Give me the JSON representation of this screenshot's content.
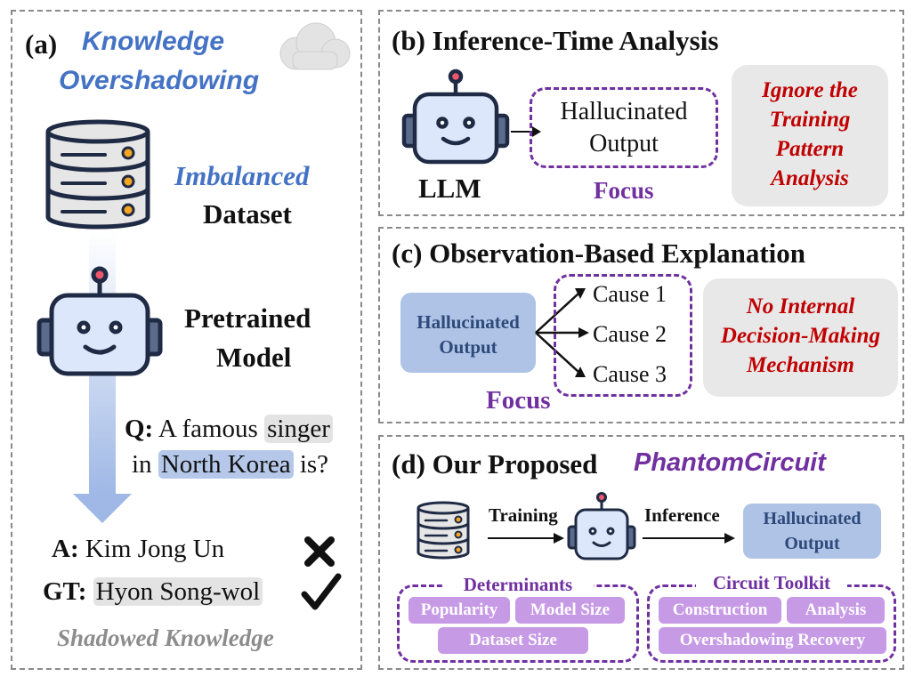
{
  "panel_a": {
    "label": "(a)",
    "title_line1": "Knowledge",
    "title_line2": "Overshadowing",
    "imbalanced": "Imbalanced",
    "dataset": "Dataset",
    "pretrained": "Pretrained",
    "model": "Model",
    "q_label": "Q:",
    "q_part1": "A famous",
    "q_singer": "singer",
    "q_in": "in",
    "q_north_korea": "North Korea",
    "q_is": "is?",
    "a_label": "A:",
    "a_value": "Kim Jong Un",
    "gt_label": "GT:",
    "gt_value": "Hyon Song-wol",
    "shadowed": "Shadowed Knowledge"
  },
  "panel_b": {
    "title": "(b) Inference-Time Analysis",
    "llm": "LLM",
    "output_line1": "Hallucinated",
    "output_line2": "Output",
    "focus": "Focus",
    "note_line1": "Ignore the",
    "note_line2": "Training",
    "note_line3": "Pattern",
    "note_line4": "Analysis"
  },
  "panel_c": {
    "title": "(c) Observation-Based Explanation",
    "output_line1": "Hallucinated",
    "output_line2": "Output",
    "causes": [
      "Cause 1",
      "Cause 2",
      "Cause 3"
    ],
    "focus": "Focus",
    "note_line1": "No Internal",
    "note_line2": "Decision-Making",
    "note_line3": "Mechanism"
  },
  "panel_d": {
    "title_prefix": "(d) Our Proposed",
    "title_name": "PhantomCircuit",
    "training": "Training",
    "inference": "Inference",
    "output_line1": "Hallucinated",
    "output_line2": "Output",
    "determinants_title": "Determinants",
    "determinants": [
      "Popularity",
      "Model Size",
      "Dataset Size"
    ],
    "toolkit_title": "Circuit Toolkit",
    "toolkit": [
      "Construction",
      "Analysis",
      "Overshadowing Recovery"
    ]
  },
  "colors": {
    "accent_blue": "#4472c4",
    "accent_purple": "#7030a0",
    "note_red": "#c00000",
    "chip_purple": "#c79ae6",
    "output_blue": "#aec3e6"
  }
}
